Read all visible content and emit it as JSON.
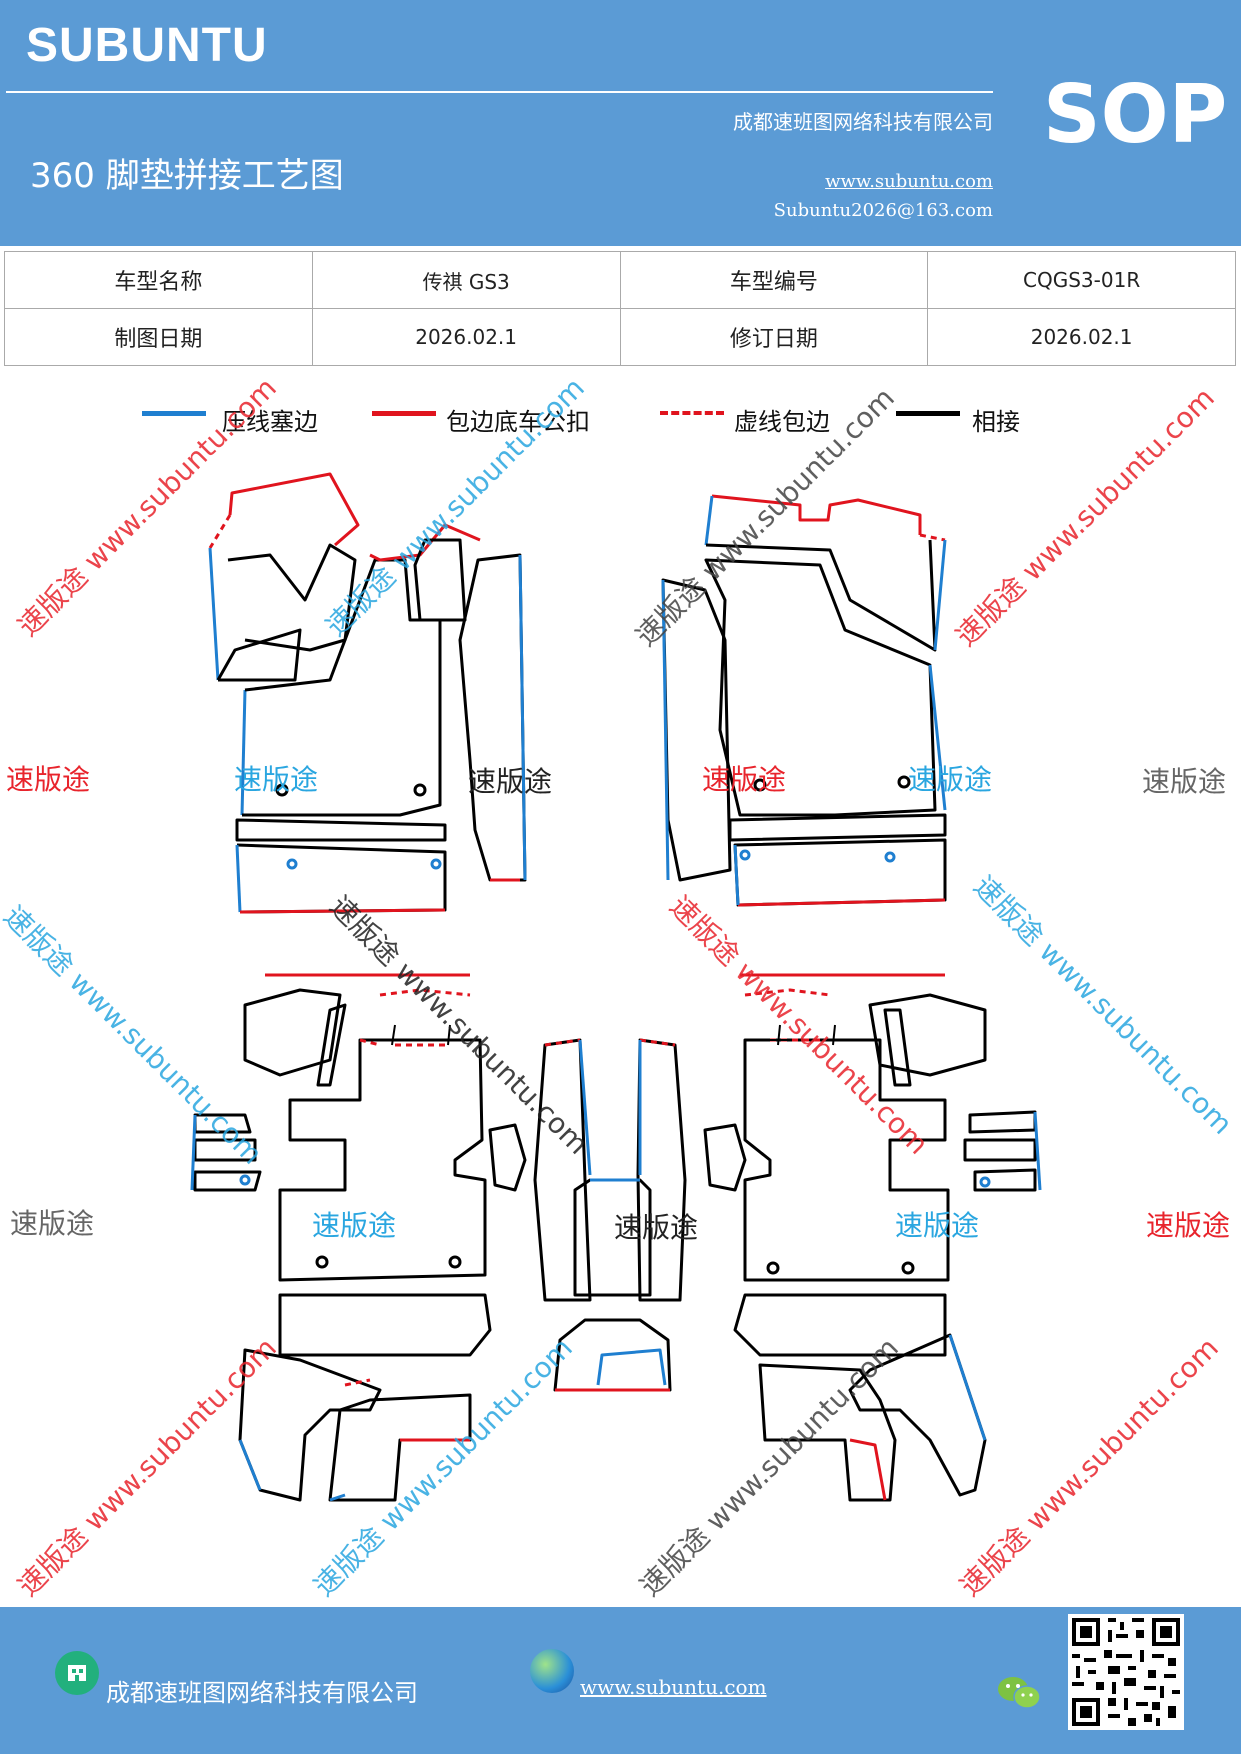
{
  "header": {
    "brand": "SUBUNTU",
    "company": "成都速班图网络科技有限公司",
    "title": "360 脚垫拼接工艺图",
    "website": "www.subuntu.com",
    "email": "Subuntu2026@163.com",
    "badge": "SOP"
  },
  "info": {
    "model_name_label": "车型名称",
    "model_name": "传祺 GS3",
    "model_code_label": "车型编号",
    "model_code": "CQGS3-01R",
    "draw_date_label": "制图日期",
    "draw_date": "2026.02.1",
    "revise_date_label": "修订日期",
    "revise_date": "2026.02.1"
  },
  "legend": [
    {
      "label": "压线塞边",
      "color": "#1f7fd0",
      "style": "solid"
    },
    {
      "label": "包边底车公扣",
      "color": "#e0141e",
      "style": "solid"
    },
    {
      "label": "虚线包边",
      "color": "#e0141e",
      "style": "dashed"
    },
    {
      "label": "相接",
      "color": "#000000",
      "style": "solid"
    }
  ],
  "watermarks": {
    "brand_cn": "速版途",
    "brand_url": "www.subuntu.com",
    "diag_text": "速版途 www.subuntu.com"
  },
  "colors": {
    "header_bg": "#5b9bd5",
    "blue_edge": "#1f7fd0",
    "red_edge": "#e0141e",
    "cyan_wm": "#2aa6e0",
    "red_wm": "#e8242c",
    "gray_wm": "#666666"
  },
  "footer": {
    "company": "成都速班图网络科技有限公司",
    "website": "www.subuntu.com "
  }
}
